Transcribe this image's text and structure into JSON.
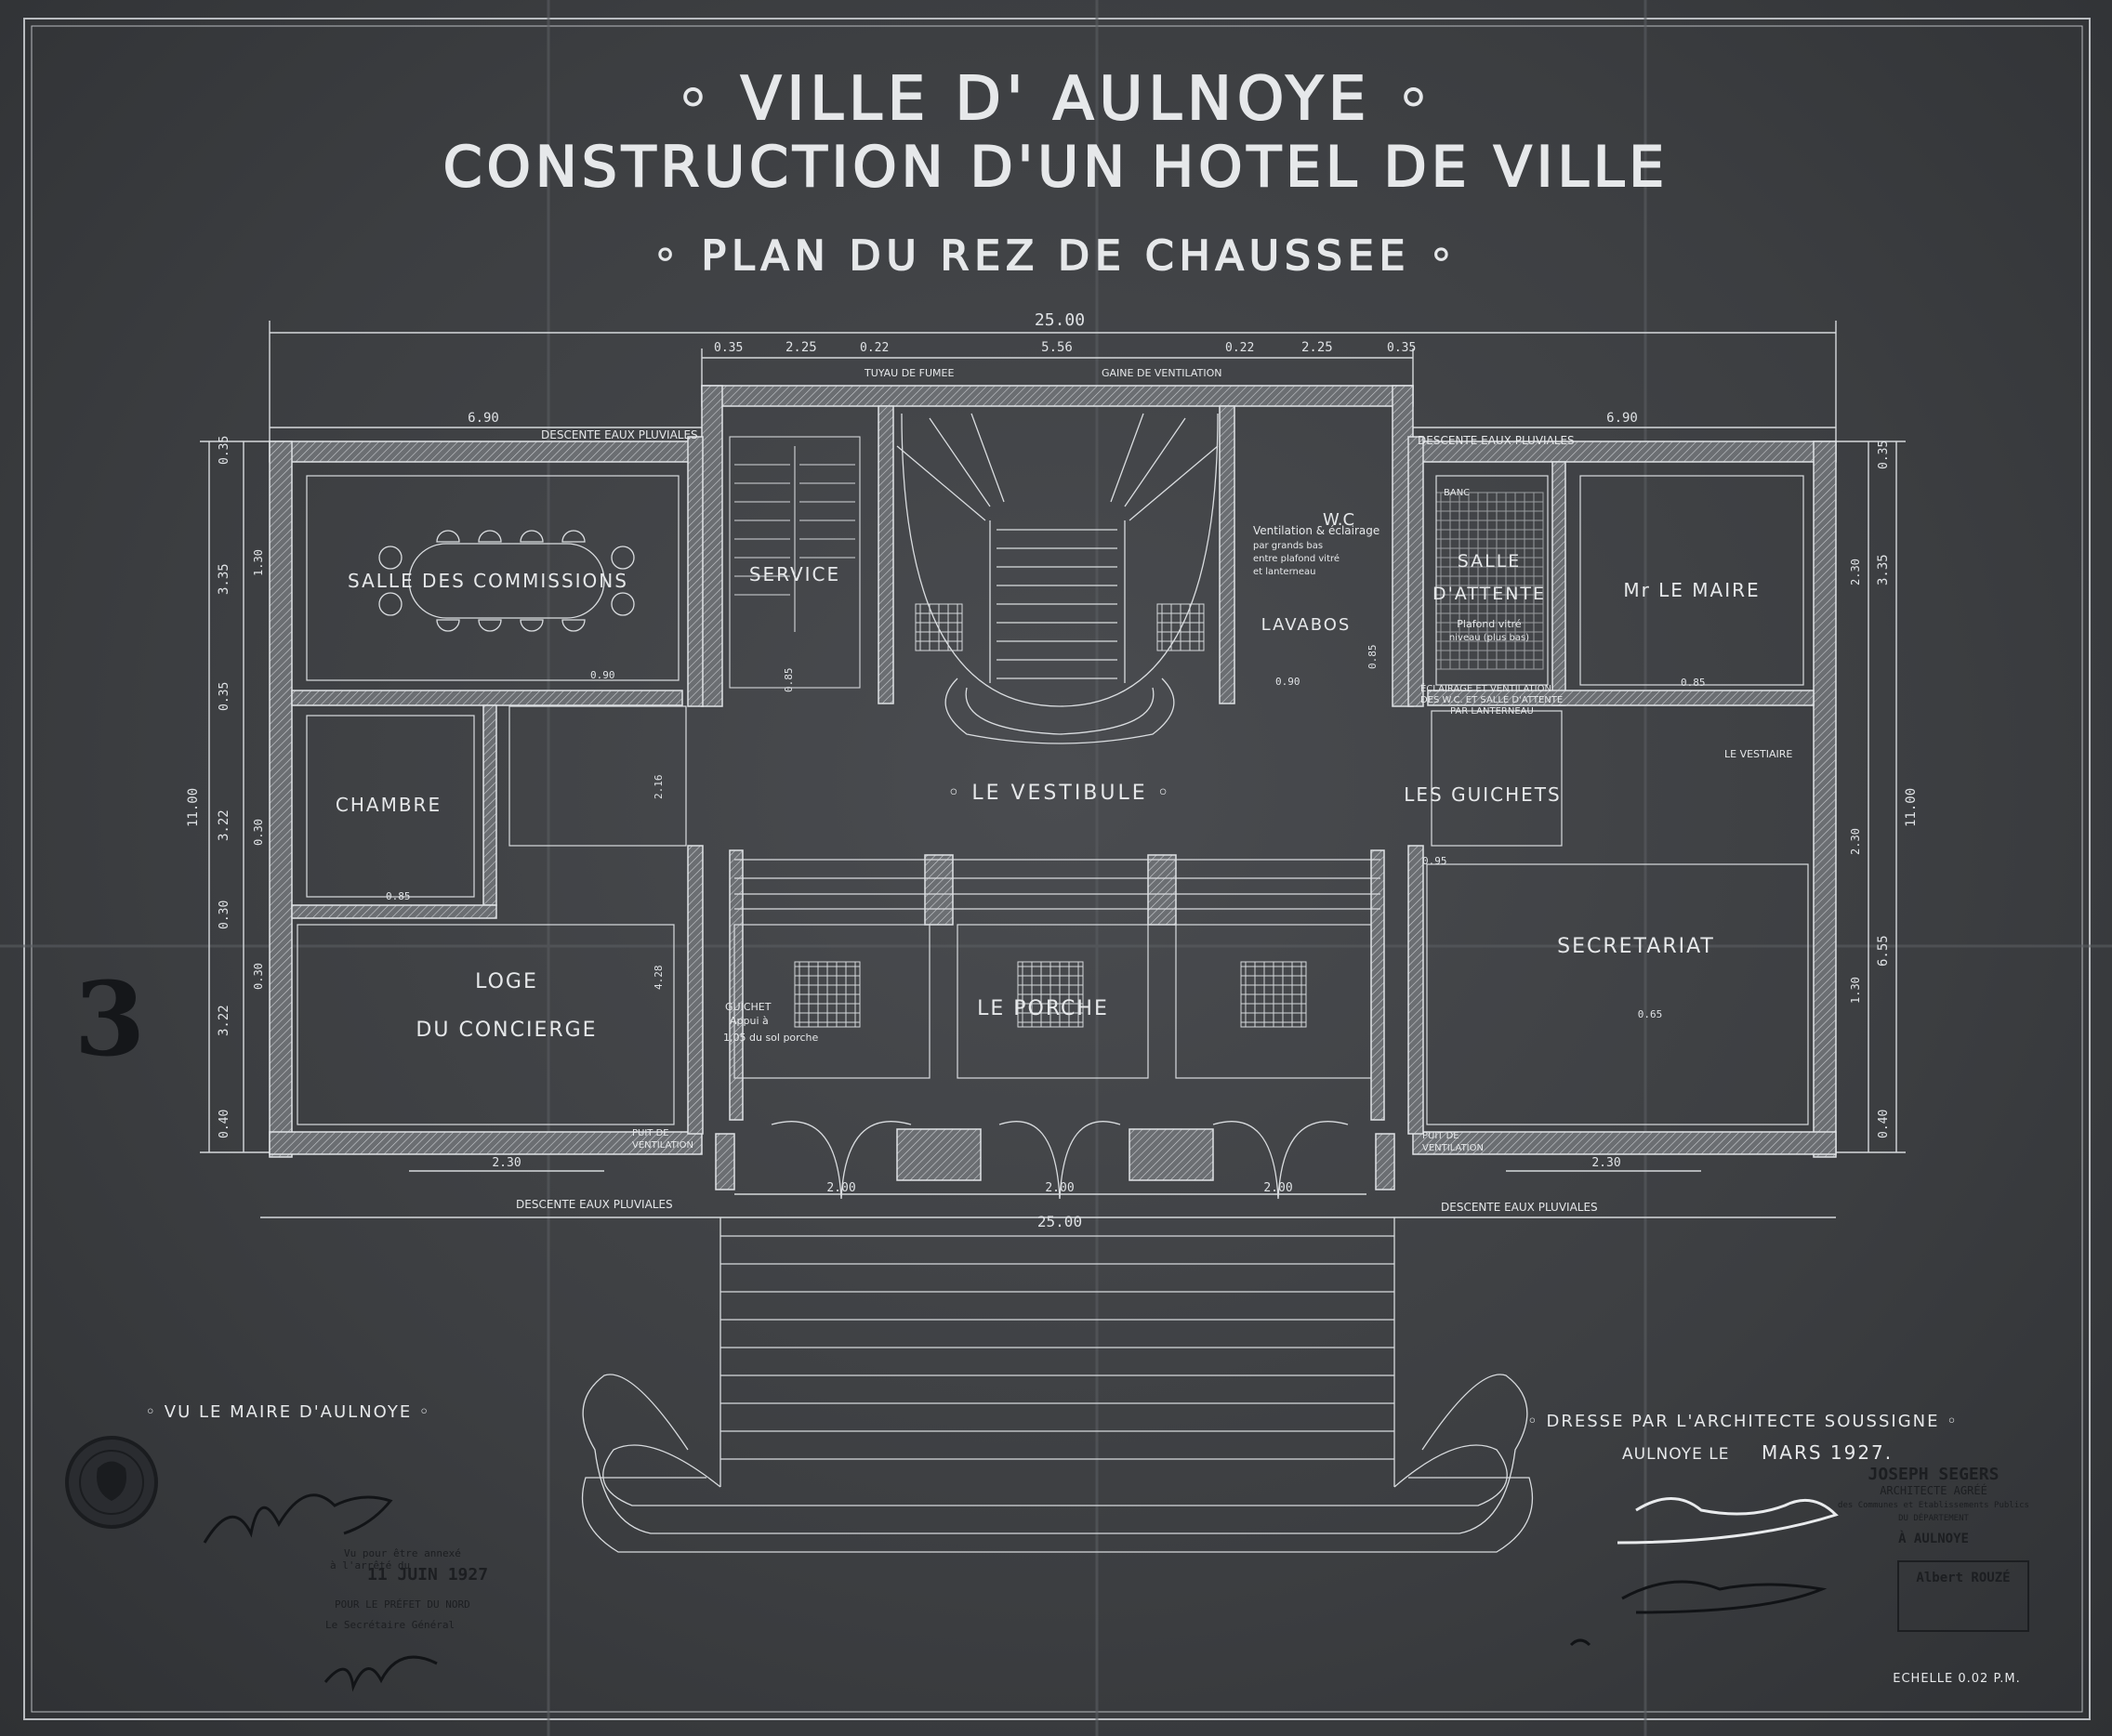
{
  "title": {
    "line1": "◦ VILLE  D' AULNOYE ◦",
    "line2": "CONSTRUCTION D'UN HOTEL DE VILLE",
    "line3": "◦ PLAN DU REZ DE CHAUSSEE ◦"
  },
  "sheet_number": "3",
  "rooms": {
    "salle_commissions": "SALLE DES COMMISSIONS",
    "service": "SERVICE",
    "lavabos": "LAVABOS",
    "wc": "W.C",
    "salle_attente_1": "SALLE",
    "salle_attente_2": "D'ATTENTE",
    "maire": "Mr LE MAIRE",
    "chambre": "CHAMBRE",
    "vestibule": "◦ LE VESTIBULE ◦",
    "guichets": "LES GUICHETS",
    "loge_1": "LOGE",
    "loge_2": "DU CONCIERGE",
    "porche": "LE PORCHE",
    "secretariat": "SECRETARIAT"
  },
  "notes": {
    "descente_nw": "DESCENTE EAUX PLUVIALES",
    "descente_ne": "DESCENTE EAUX PLUVIALES",
    "descente_sw": "DESCENTE EAUX PLUVIALES",
    "descente_se": "DESCENTE EAUX PLUVIALES",
    "tuyau": "TUYAU DE FUMEE",
    "gaine": "GAINE DE VENTILATION",
    "ventilation_1": "Ventilation & éclairage",
    "ventilation_2": "par grands bas",
    "ventilation_3": "entre plafond vitré",
    "ventilation_4": "et lanterneau",
    "banc": "BANC",
    "plafond_1": "Plafond vitré",
    "plafond_2": "niveau (plus bas)",
    "eclairage_1": "ÉCLAIRAGE ET VENTILATION",
    "eclairage_2": "DES W.C. ET SALLE D'ATTENTE",
    "eclairage_3": "PAR LANTERNEAU",
    "vestiaire": "LE VESTIAIRE",
    "guichet_1": "GUICHET",
    "guichet_2": "Appui à",
    "guichet_3": "1,05 du sol porche",
    "puit_w_1": "PUIT DE",
    "puit_w_2": "VENTILATION",
    "puit_e_1": "PUIT DE",
    "puit_e_2": "VENTILATION"
  },
  "dimensions": {
    "total_top": "25.00",
    "top_a": "0.35",
    "top_b": "2.25",
    "top_c": "0.22",
    "top_d": "5.56",
    "top_e": "0.22",
    "top_f": "2.25",
    "top_g": "0.35",
    "wing_w": "6.90",
    "wing_e": "6.90",
    "left_a": "0.35",
    "left_b": "3.35",
    "left_c": "0.35",
    "left_d": "3.22",
    "left_e": "0.30",
    "left_f": "3.22",
    "left_g": "0.40",
    "left_total": "11.00",
    "left_in_a": "1.30",
    "left_in_b": "0.30",
    "left_in_c": "0.30",
    "right_a": "0.35",
    "right_b": "3.35",
    "right_total": "11.00",
    "right_c": "6.55",
    "right_d": "0.40",
    "right_in_a": "2.30",
    "right_in_b": "2.30",
    "right_in_c": "1.30",
    "door_a": "0.90",
    "door_b": "0.85",
    "door_c": "0.90",
    "door_d": "0.85",
    "door_e": "0.85",
    "door_f": "0.95",
    "door_g": "2.16",
    "door_h": "4.28",
    "ch_door": "0.85",
    "bottom_w": "2.30",
    "bottom_e": "2.30",
    "arch_1": "2.00",
    "arch_2": "2.00",
    "arch_3": "2.00",
    "total_bottom": "25.00",
    "table": "0.65"
  },
  "footer": {
    "vu_maire": "◦ VU LE MAIRE D'AULNOYE ◦",
    "dresse": "◦ DRESSE PAR L'ARCHITECTE SOUSSIGNE ◦",
    "date_prefix": "AULNOYE LE",
    "date_value": "MARS 1927.",
    "architect_name": "JOSEPH SEGERS",
    "architect_title": "ARCHITECTE AGRÉÉ",
    "architect_line3": "des Communes et Etablissements Publics",
    "architect_line4": "DU DÉPARTEMENT",
    "architect_city": "À AULNOYE",
    "stamp2_name": "Albert ROUZÉ",
    "stamp_date_1": "Vu pour être annexé",
    "stamp_date_2": "à l'arrêté du",
    "stamp_date": "11 JUIN 1927",
    "stamp_date_3": "POUR LE PRÉFET DU NORD",
    "stamp_date_4": "Le Secrétaire Général",
    "echelle": "ECHELLE 0.02 P.M."
  }
}
